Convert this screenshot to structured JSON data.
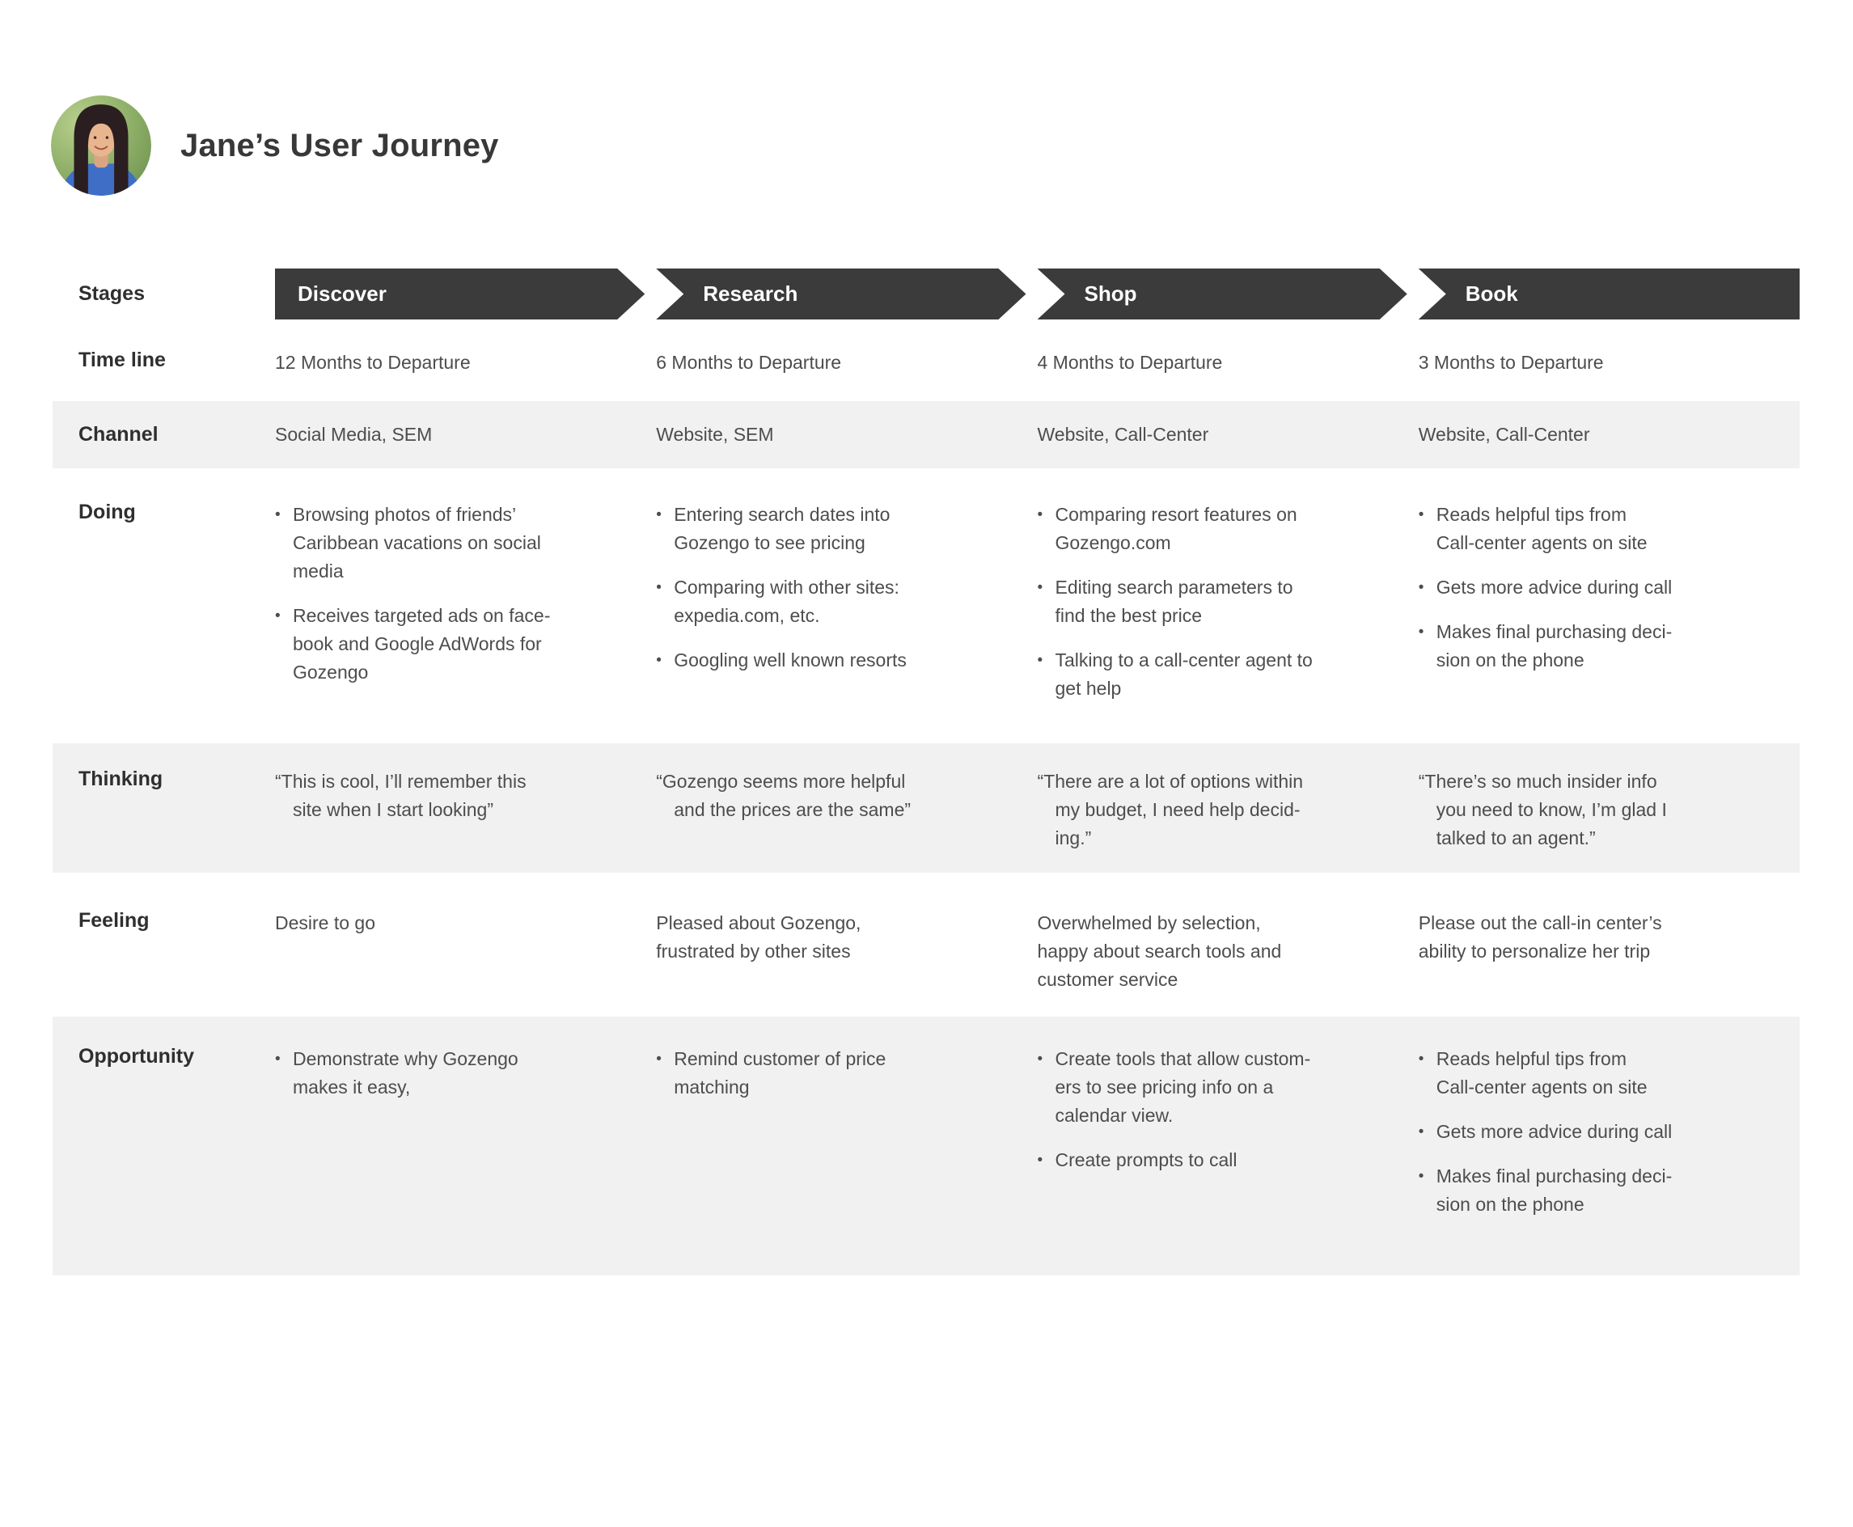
{
  "header": {
    "title": "Jane’s User Journey",
    "avatar": "jane-portrait-photo"
  },
  "labels": {
    "stages": "Stages",
    "timeline": "Time line",
    "channel": "Channel",
    "doing": "Doing",
    "thinking": "Thinking",
    "feeling": "Feeling",
    "opportunity": "Opportunity"
  },
  "stages": [
    "Discover",
    "Research",
    "Shop",
    "Book"
  ],
  "timeline": [
    "12 Months to Departure",
    "6 Months to Departure",
    "4 Months to Departure",
    "3 Months to Departure"
  ],
  "channel": [
    "Social Media, SEM",
    "Website, SEM",
    "Website, Call-Center",
    "Website, Call-Center"
  ],
  "doing": [
    [
      "Browsing photos of friends’\nCaribbean vacations on social\nmedia",
      "Receives targeted ads on face-\nbook and Google AdWords for\nGozengo"
    ],
    [
      "Entering search dates into\nGozengo to see pricing",
      "Comparing with other sites:\nexpedia.com, etc.",
      "Googling well known resorts"
    ],
    [
      "Comparing resort features on\nGozengo.com",
      "Editing search parameters to\nfind the best price",
      "Talking to a call-center agent to\nget help"
    ],
    [
      "Reads helpful tips from\nCall-center agents on site",
      "Gets more advice during call",
      "Makes final purchasing deci-\nsion on the phone"
    ]
  ],
  "thinking": [
    "“This is cool, I’ll remember this\nsite when I start looking”",
    "“Gozengo seems more helpful\nand the prices are the same”",
    "“There are a lot of options within\nmy budget, I need help decid-\ning.”",
    "“There’s so much insider info\nyou need to know, I’m glad I\ntalked to an agent.”"
  ],
  "feeling": [
    "Desire to go",
    "Pleased about Gozengo,\nfrustrated by other sites",
    "Overwhelmed by selection,\nhappy about search tools and\ncustomer service",
    "Please out the call-in center’s\nability to personalize her trip"
  ],
  "opportunity": [
    [
      "Demonstrate why Gozengo\nmakes it easy,"
    ],
    [
      "Remind customer of price\nmatching"
    ],
    [
      "Create tools that allow custom-\ners to see pricing info on a\ncalendar view.",
      "Create prompts to call"
    ],
    [
      "Reads helpful tips from\nCall-center agents on site",
      "Gets more advice during call",
      "Makes final purchasing deci-\nsion on the phone"
    ]
  ],
  "colors": {
    "stage_bar": "#3b3b3b",
    "stage_text": "#ffffff",
    "band_background": "#f1f1f1",
    "title_text": "#383838",
    "body_text": "#4d4d4d"
  }
}
